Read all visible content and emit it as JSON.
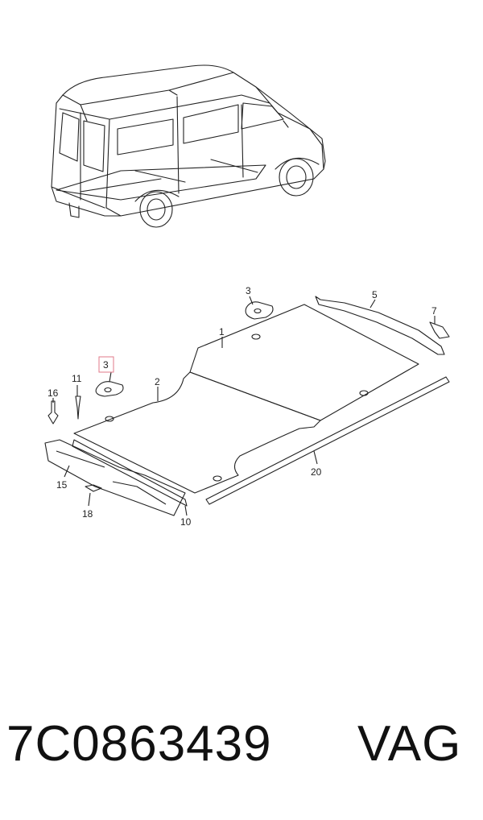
{
  "callouts": {
    "c1": "1",
    "c2": "2",
    "c3_top": "3",
    "c3_highlight": "3",
    "c5": "5",
    "c7": "7",
    "c10": "10",
    "c11": "11",
    "c15": "15",
    "c16": "16",
    "c18": "18",
    "c20": "20"
  },
  "highlight_color": "#e07a8a",
  "footer": {
    "part_number": "7C0863439",
    "brand": "VAG"
  }
}
